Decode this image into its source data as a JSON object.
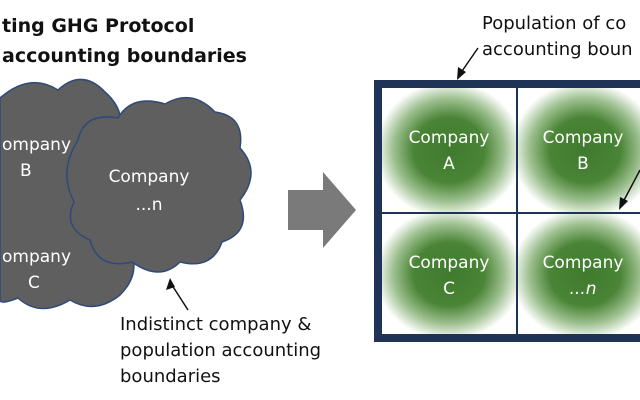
{
  "left_title": {
    "line1": "ting GHG Protocol",
    "line2": "accounting boundaries"
  },
  "left_clouds": [
    {
      "line1": "ompany",
      "line2": "B"
    },
    {
      "line1": "ompany",
      "line2": "C"
    },
    {
      "line1": "Company",
      "line2": "...n"
    }
  ],
  "left_caption": {
    "line1": "Indistinct company &",
    "line2": "population accounting",
    "line3": "boundaries"
  },
  "right_title": {
    "line1": "Population of co",
    "line2": "accounting boun"
  },
  "grid_cells": [
    {
      "line1": "Company",
      "line2": "A"
    },
    {
      "line1": "Company",
      "line2": "B"
    },
    {
      "line1": "Company",
      "line2": "C"
    },
    {
      "line1": "Company",
      "line2": "...n"
    }
  ],
  "colors": {
    "cloud_fill": "#5f5f5f",
    "cloud_stroke": "#2f4a7a",
    "arrow": "#7a7a7a",
    "frame": "#1f3356",
    "cell_center": "#3f7a2e",
    "cell_edge": "#ffffff"
  }
}
